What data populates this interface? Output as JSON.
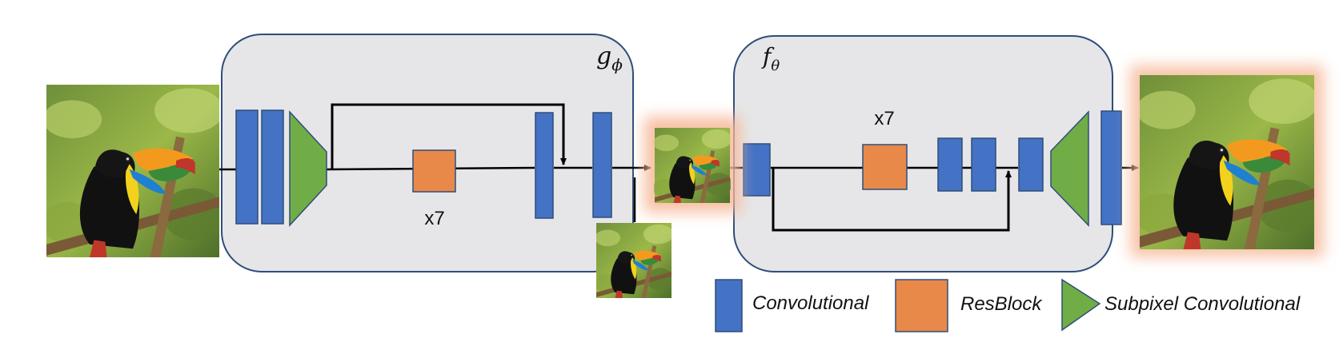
{
  "modules": {
    "encoder": {
      "symbol": "g",
      "subscript": "ϕ"
    },
    "decoder": {
      "symbol": "f",
      "subscript": "θ"
    }
  },
  "repeat_labels": {
    "encoder": "x7",
    "decoder": "x7"
  },
  "legend": {
    "items": [
      {
        "label": "Convolutional"
      },
      {
        "label": "ResBlock"
      },
      {
        "label": "Subpixel Convolutional"
      }
    ]
  },
  "colors": {
    "conv": "#4472C4",
    "resblock": "#E8894A",
    "subpixel": "#70AD47",
    "module_fill": "#e6e6e8",
    "module_stroke": "#2f4d7a",
    "glow": "#f6b99a"
  },
  "images": {
    "input": "toucan-photo",
    "downsampled": "toucan-photo-small",
    "downsampled_copy": "toucan-photo-small",
    "output": "toucan-photo"
  }
}
